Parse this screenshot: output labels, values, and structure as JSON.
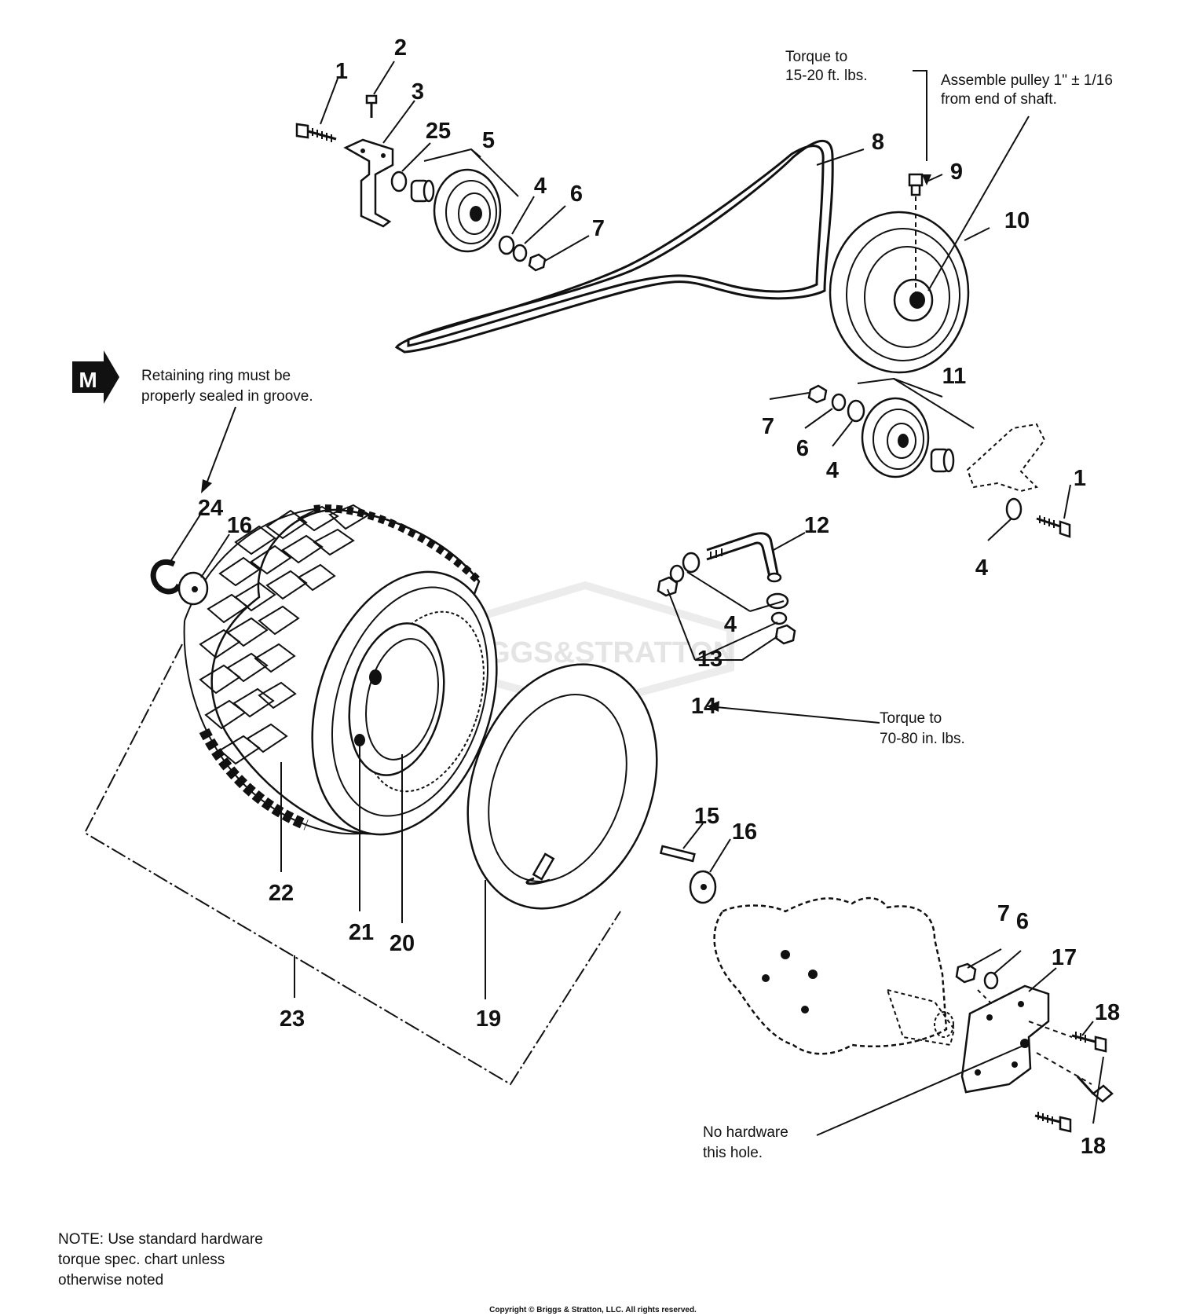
{
  "callouts": [
    "1",
    "2",
    "3",
    "25",
    "5",
    "4",
    "6",
    "7",
    "8",
    "9",
    "10",
    "7",
    "6",
    "4",
    "11",
    "1",
    "4",
    "12",
    "4",
    "13",
    "14",
    "24",
    "16",
    "15",
    "16",
    "22",
    "21",
    "20",
    "23",
    "19",
    "7",
    "6",
    "17",
    "18",
    "18"
  ],
  "notes": {
    "torque_pulley": [
      "Torque to",
      "15-20 ft. lbs."
    ],
    "assemble_pulley": [
      "Assemble pulley 1\" ± 1/16",
      "from end of shaft."
    ],
    "retaining_ring": [
      "Retaining ring must be",
      "properly sealed in groove."
    ],
    "torque_nuts": [
      "Torque to",
      "70-80 in. lbs."
    ],
    "no_hardware": [
      "No hardware",
      "this hole."
    ],
    "hardware_note": [
      "NOTE: Use standard hardware",
      "torque spec. chart unless",
      "otherwise noted"
    ]
  },
  "marker_letter": "M",
  "watermark": "BRIGGS&STRATTON",
  "copyright": "Copyright © Briggs & Stratton, LLC. All rights reserved."
}
